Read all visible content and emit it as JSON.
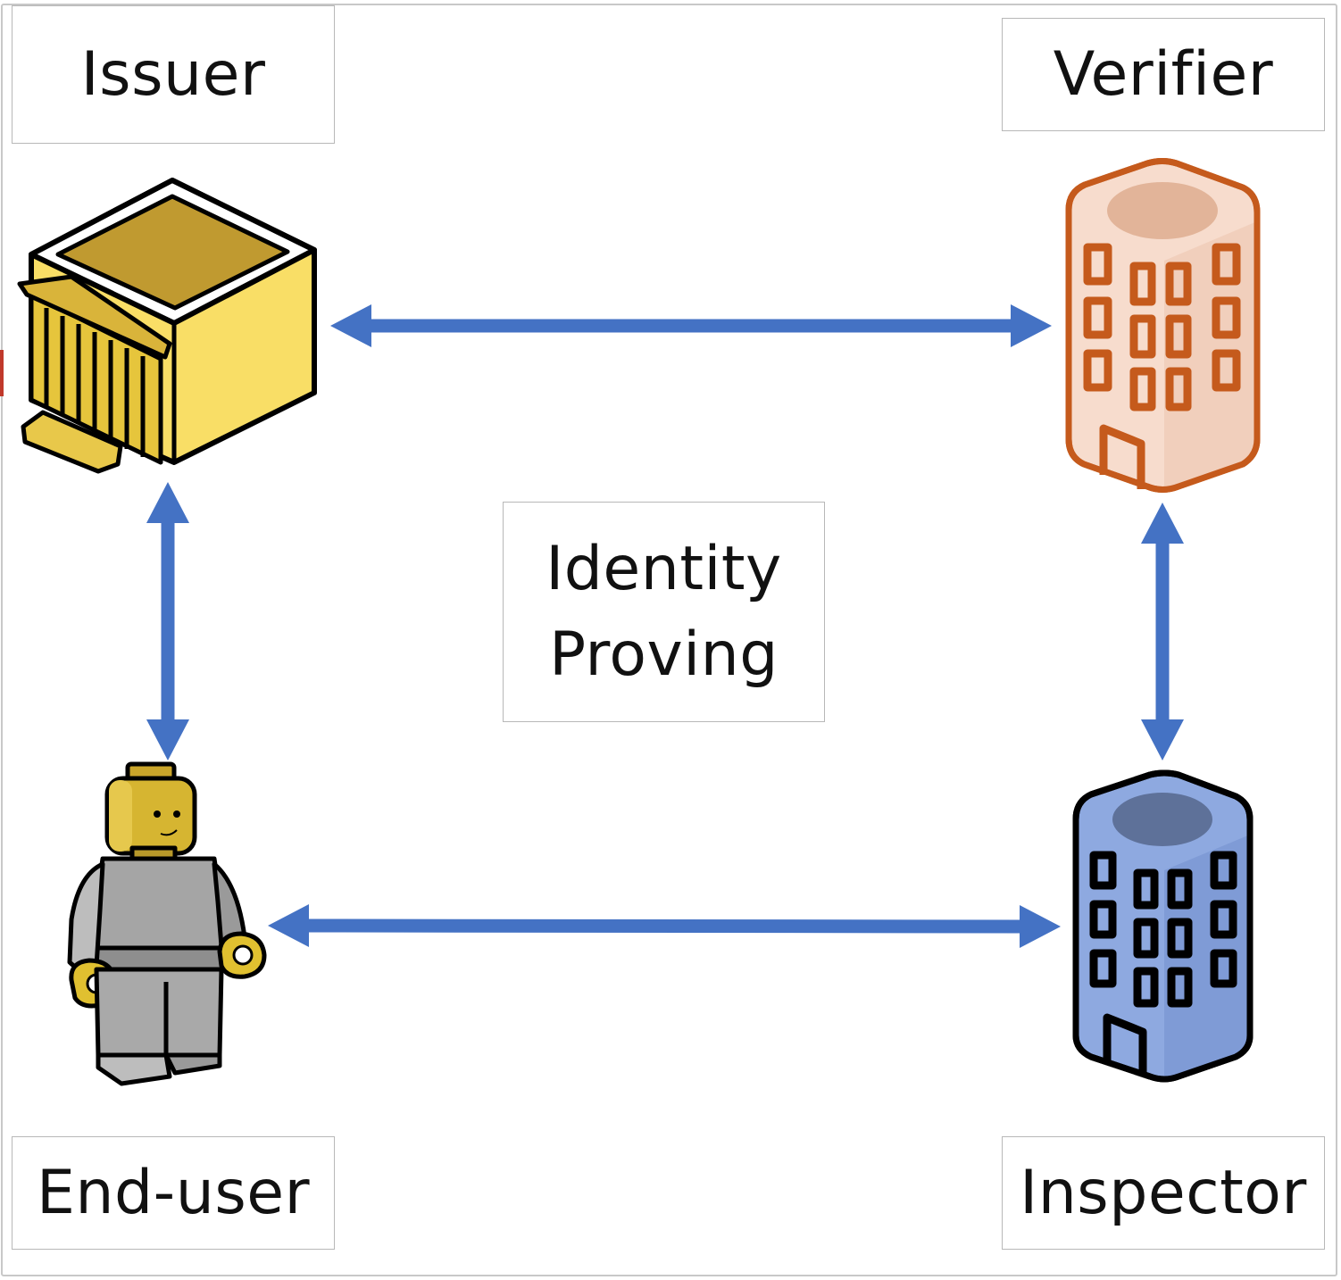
{
  "nodes": {
    "issuer": {
      "label": "Issuer",
      "icon": "bank-building-icon"
    },
    "verifier": {
      "label": "Verifier",
      "icon": "office-tower-icon"
    },
    "end_user": {
      "label": "End-user",
      "icon": "minifigure-person-icon"
    },
    "inspector": {
      "label": "Inspector",
      "icon": "office-tower-icon"
    }
  },
  "center": {
    "line1": "Identity",
    "line2": "Proving"
  },
  "connections": [
    {
      "from": "Issuer",
      "to": "Verifier",
      "direction": "bidirectional"
    },
    {
      "from": "Issuer",
      "to": "End-user",
      "direction": "bidirectional"
    },
    {
      "from": "Verifier",
      "to": "Inspector",
      "direction": "bidirectional"
    },
    {
      "from": "End-user",
      "to": "Inspector",
      "direction": "bidirectional"
    }
  ],
  "colors": {
    "arrow": "#4472c4",
    "issuer_fill": "#f9de66",
    "issuer_roof": "#c09a30",
    "verifier_stroke": "#c55a1c",
    "verifier_fill": "#f7dccd",
    "inspector_fill": "#8ea9e0",
    "inspector_roof": "#5e7199",
    "person_head": "#d6b531",
    "person_body": "#a5a5a5"
  }
}
